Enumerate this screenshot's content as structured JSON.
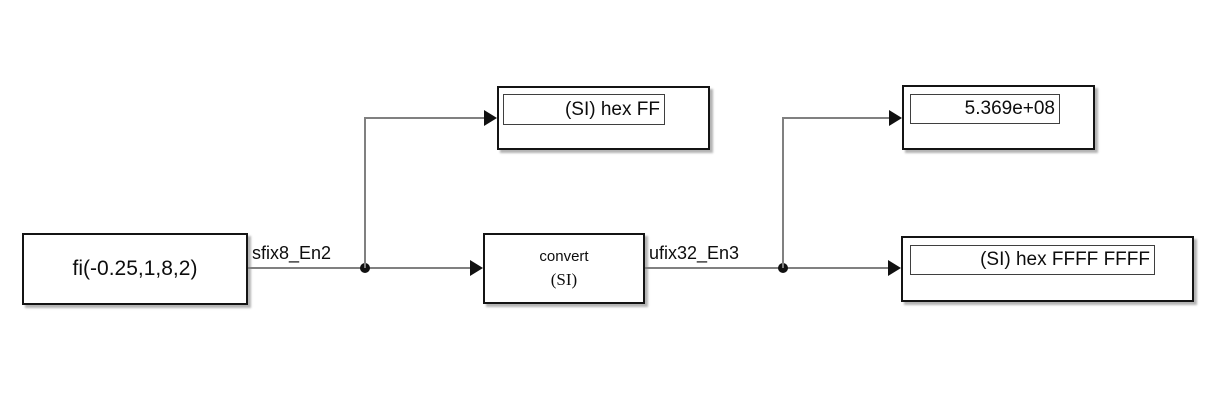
{
  "colors": {
    "wire": "#808080",
    "block_border": "#141414",
    "block_fill": "#ffffff",
    "background": "#ffffff",
    "shadow": "#b4b4b4",
    "arrow": "#111111"
  },
  "blocks": {
    "constant": {
      "label": "fi(-0.25,1,8,2)"
    },
    "convert": {
      "label": "convert",
      "mode": "(SI)"
    },
    "display_top_left": {
      "value": "(SI) hex FF"
    },
    "display_top_right": {
      "value": "5.369e+08"
    },
    "display_bottom_right": {
      "value": "(SI) hex FFFF FFFF"
    }
  },
  "signals": {
    "sfix8": {
      "label": "sfix8_En2"
    },
    "ufix32": {
      "label": "ufix32_En3"
    }
  }
}
